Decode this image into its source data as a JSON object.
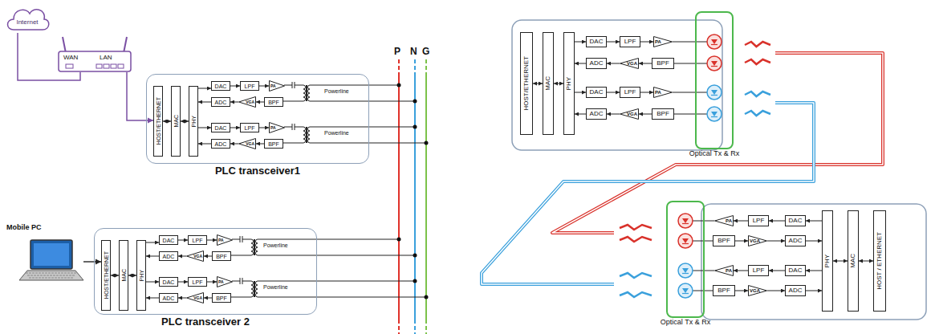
{
  "diagram": {
    "nodes": [
      {
        "text": [
          "Internet"
        ]
      },
      {
        "text": [
          "WAN",
          "LAN"
        ]
      },
      {
        "text": [
          "PLC transceiver1"
        ]
      },
      {
        "text": [
          "HOST/ETHERNET"
        ],
        "in": 2
      },
      {
        "text": [
          "MAC"
        ],
        "in": 2
      },
      {
        "text": [
          "PHY"
        ],
        "in": 2
      },
      {
        "text": [
          "DAC"
        ],
        "in": 2
      },
      {
        "text": [
          "LPF"
        ],
        "in": 2
      },
      {
        "text": [
          "PA"
        ],
        "in": 2
      },
      {
        "text": [
          "ADC"
        ],
        "in": 2
      },
      {
        "text": [
          "VGA"
        ],
        "in": 2
      },
      {
        "text": [
          "BPF"
        ],
        "in": 2
      },
      {
        "text": [
          "DAC"
        ],
        "in": 2
      },
      {
        "text": [
          "LPF"
        ],
        "in": 2
      },
      {
        "text": [
          "PA"
        ],
        "in": 2
      },
      {
        "text": [
          "ADC"
        ],
        "in": 2
      },
      {
        "text": [
          "VGA"
        ],
        "in": 2
      },
      {
        "text": [
          "BPF"
        ],
        "in": 2
      },
      {
        "text": [
          "Mobile PC"
        ]
      },
      {
        "text": [
          "PLC transceiver 2"
        ]
      },
      {
        "text": [
          "HOST/ETHERNET"
        ],
        "in": 19
      },
      {
        "text": [
          "MAC"
        ],
        "in": 19
      },
      {
        "text": [
          "PHY"
        ],
        "in": 19
      },
      {
        "text": [
          "DAC"
        ],
        "in": 19
      },
      {
        "text": [
          "LPF"
        ],
        "in": 19
      },
      {
        "text": [
          "PA"
        ],
        "in": 19
      },
      {
        "text": [
          "ADC"
        ],
        "in": 19
      },
      {
        "text": [
          "VGA"
        ],
        "in": 19
      },
      {
        "text": [
          "BPF"
        ],
        "in": 19
      },
      {
        "text": [
          "DAC"
        ],
        "in": 19
      },
      {
        "text": [
          "LPF"
        ],
        "in": 19
      },
      {
        "text": [
          "PA"
        ],
        "in": 19
      },
      {
        "text": [
          "ADC"
        ],
        "in": 19
      },
      {
        "text": [
          "VGA"
        ],
        "in": 19
      },
      {
        "text": [
          "BPF"
        ],
        "in": 19
      },
      {
        "text": [
          "HOST/ETHERNET"
        ]
      },
      {
        "text": [
          "MAC"
        ]
      },
      {
        "text": [
          "PHY"
        ]
      },
      {
        "text": [
          "DAC"
        ]
      },
      {
        "text": [
          "LPF"
        ]
      },
      {
        "text": [
          "PA"
        ]
      },
      {
        "text": [
          "ADC"
        ]
      },
      {
        "text": [
          "VGA"
        ]
      },
      {
        "text": [
          "BPF"
        ]
      },
      {
        "text": [
          "DAC"
        ]
      },
      {
        "text": [
          "LPF"
        ]
      },
      {
        "text": [
          "PA"
        ]
      },
      {
        "text": [
          "ADC"
        ]
      },
      {
        "text": [
          "VGA"
        ]
      },
      {
        "text": [
          "BPF"
        ]
      },
      {
        "text": [
          "Optical Tx & Rx"
        ]
      },
      {
        "text": [
          "Optical Tx & Rx"
        ]
      },
      {
        "text": [
          "PA"
        ]
      },
      {
        "text": [
          "LPF"
        ]
      },
      {
        "text": [
          "DAC"
        ]
      },
      {
        "text": [
          "BPF"
        ]
      },
      {
        "text": [
          "VGA"
        ]
      },
      {
        "text": [
          "ADC"
        ]
      },
      {
        "text": [
          "PA"
        ]
      },
      {
        "text": [
          "LPF"
        ]
      },
      {
        "text": [
          "DAC"
        ]
      },
      {
        "text": [
          "BPF"
        ]
      },
      {
        "text": [
          "VGA"
        ]
      },
      {
        "text": [
          "ADC"
        ]
      },
      {
        "text": [
          "PHY"
        ]
      },
      {
        "text": [
          "MAC"
        ]
      },
      {
        "text": [
          "HOST / ETHERNET"
        ]
      }
    ],
    "edges": [
      {
        "from": 0,
        "to": 1,
        "arrow": "none"
      },
      {
        "from": 1,
        "to": 3,
        "arrow": "to"
      },
      {
        "from": 3,
        "to": 4,
        "arrow": "both"
      },
      {
        "from": 4,
        "to": 5,
        "arrow": "both"
      },
      {
        "from": 5,
        "to": 6,
        "arrow": "to"
      },
      {
        "from": 6,
        "to": 7,
        "arrow": "to"
      },
      {
        "from": 7,
        "to": 8,
        "arrow": "to"
      },
      {
        "from": 11,
        "to": 10,
        "arrow": "to"
      },
      {
        "from": 10,
        "to": 9,
        "arrow": "to"
      },
      {
        "from": 9,
        "to": 5,
        "arrow": "to"
      },
      {
        "from": 5,
        "to": 12,
        "arrow": "to"
      },
      {
        "from": 12,
        "to": 13,
        "arrow": "to"
      },
      {
        "from": 13,
        "to": 14,
        "arrow": "to"
      },
      {
        "from": 17,
        "to": 16,
        "arrow": "to"
      },
      {
        "from": 16,
        "to": 15,
        "arrow": "to"
      },
      {
        "from": 15,
        "to": 5,
        "arrow": "to"
      },
      {
        "from": 18,
        "to": 20,
        "arrow": "to"
      },
      {
        "from": 20,
        "to": 21,
        "arrow": "both"
      },
      {
        "from": 21,
        "to": 22,
        "arrow": "both"
      },
      {
        "from": 22,
        "to": 23,
        "arrow": "to"
      },
      {
        "from": 23,
        "to": 24,
        "arrow": "to"
      },
      {
        "from": 24,
        "to": 25,
        "arrow": "to"
      },
      {
        "from": 28,
        "to": 27,
        "arrow": "to"
      },
      {
        "from": 27,
        "to": 26,
        "arrow": "to"
      },
      {
        "from": 26,
        "to": 22,
        "arrow": "to"
      },
      {
        "from": 22,
        "to": 29,
        "arrow": "to"
      },
      {
        "from": 29,
        "to": 30,
        "arrow": "to"
      },
      {
        "from": 30,
        "to": 31,
        "arrow": "to"
      },
      {
        "from": 34,
        "to": 33,
        "arrow": "to"
      },
      {
        "from": 33,
        "to": 32,
        "arrow": "to"
      },
      {
        "from": 32,
        "to": 22,
        "arrow": "to"
      },
      {
        "from": 35,
        "to": 36,
        "arrow": "both"
      },
      {
        "from": 36,
        "to": 37,
        "arrow": "both"
      },
      {
        "from": 37,
        "to": 38,
        "arrow": "to"
      },
      {
        "from": 38,
        "to": 39,
        "arrow": "to"
      },
      {
        "from": 39,
        "to": 40,
        "arrow": "to"
      },
      {
        "from": 43,
        "to": 42,
        "arrow": "to"
      },
      {
        "from": 42,
        "to": 41,
        "arrow": "to"
      },
      {
        "from": 41,
        "to": 37,
        "arrow": "to"
      },
      {
        "from": 37,
        "to": 44,
        "arrow": "to"
      },
      {
        "from": 44,
        "to": 45,
        "arrow": "to"
      },
      {
        "from": 45,
        "to": 46,
        "arrow": "to"
      },
      {
        "from": 49,
        "to": 48,
        "arrow": "to"
      },
      {
        "from": 48,
        "to": 47,
        "arrow": "to"
      },
      {
        "from": 47,
        "to": 37,
        "arrow": "to"
      },
      {
        "from": 66,
        "to": 65,
        "arrow": "both"
      },
      {
        "from": 65,
        "to": 64,
        "arrow": "both"
      },
      {
        "from": 64,
        "to": 54,
        "arrow": "to"
      },
      {
        "from": 54,
        "to": 53,
        "arrow": "to"
      },
      {
        "from": 53,
        "to": 52,
        "arrow": "to"
      },
      {
        "from": 55,
        "to": 56,
        "arrow": "to"
      },
      {
        "from": 56,
        "to": 57,
        "arrow": "to"
      },
      {
        "from": 57,
        "to": 64,
        "arrow": "to"
      },
      {
        "from": 64,
        "to": 60,
        "arrow": "to"
      },
      {
        "from": 60,
        "to": 59,
        "arrow": "to"
      },
      {
        "from": 59,
        "to": 58,
        "arrow": "to"
      },
      {
        "from": 61,
        "to": 62,
        "arrow": "to"
      },
      {
        "from": 62,
        "to": 63,
        "arrow": "to"
      },
      {
        "from": 63,
        "to": 64,
        "arrow": "to"
      }
    ],
    "labels": [
      "P",
      "N",
      "G",
      "Powerline",
      "Powerline",
      "Powerline",
      "Powerline"
    ]
  }
}
